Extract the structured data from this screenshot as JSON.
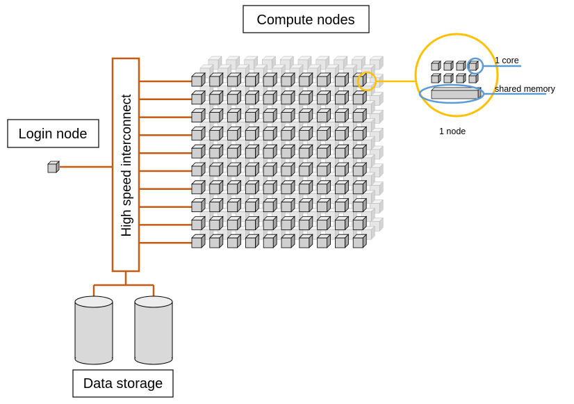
{
  "labels": {
    "compute_nodes": "Compute nodes",
    "login_node": "Login node",
    "interconnect": "High speed interconnect",
    "data_storage": "Data storage",
    "one_core": "1 core",
    "shared_memory": "shared memory",
    "one_node": "1 node"
  },
  "grid": {
    "rows": 10,
    "cols": 10,
    "depth_layers": 3
  },
  "colors": {
    "interconnect": "#C55A11",
    "highlight": "#FFC000",
    "callout": "#5B9BD5",
    "cube_front": "#D0D0D0",
    "cube_top": "#EBEBEB",
    "cube_side": "#A6A6A6",
    "cylinder_fill": "#D9D9D9"
  },
  "icons": [
    "cube-icon",
    "cylinder-icon"
  ]
}
